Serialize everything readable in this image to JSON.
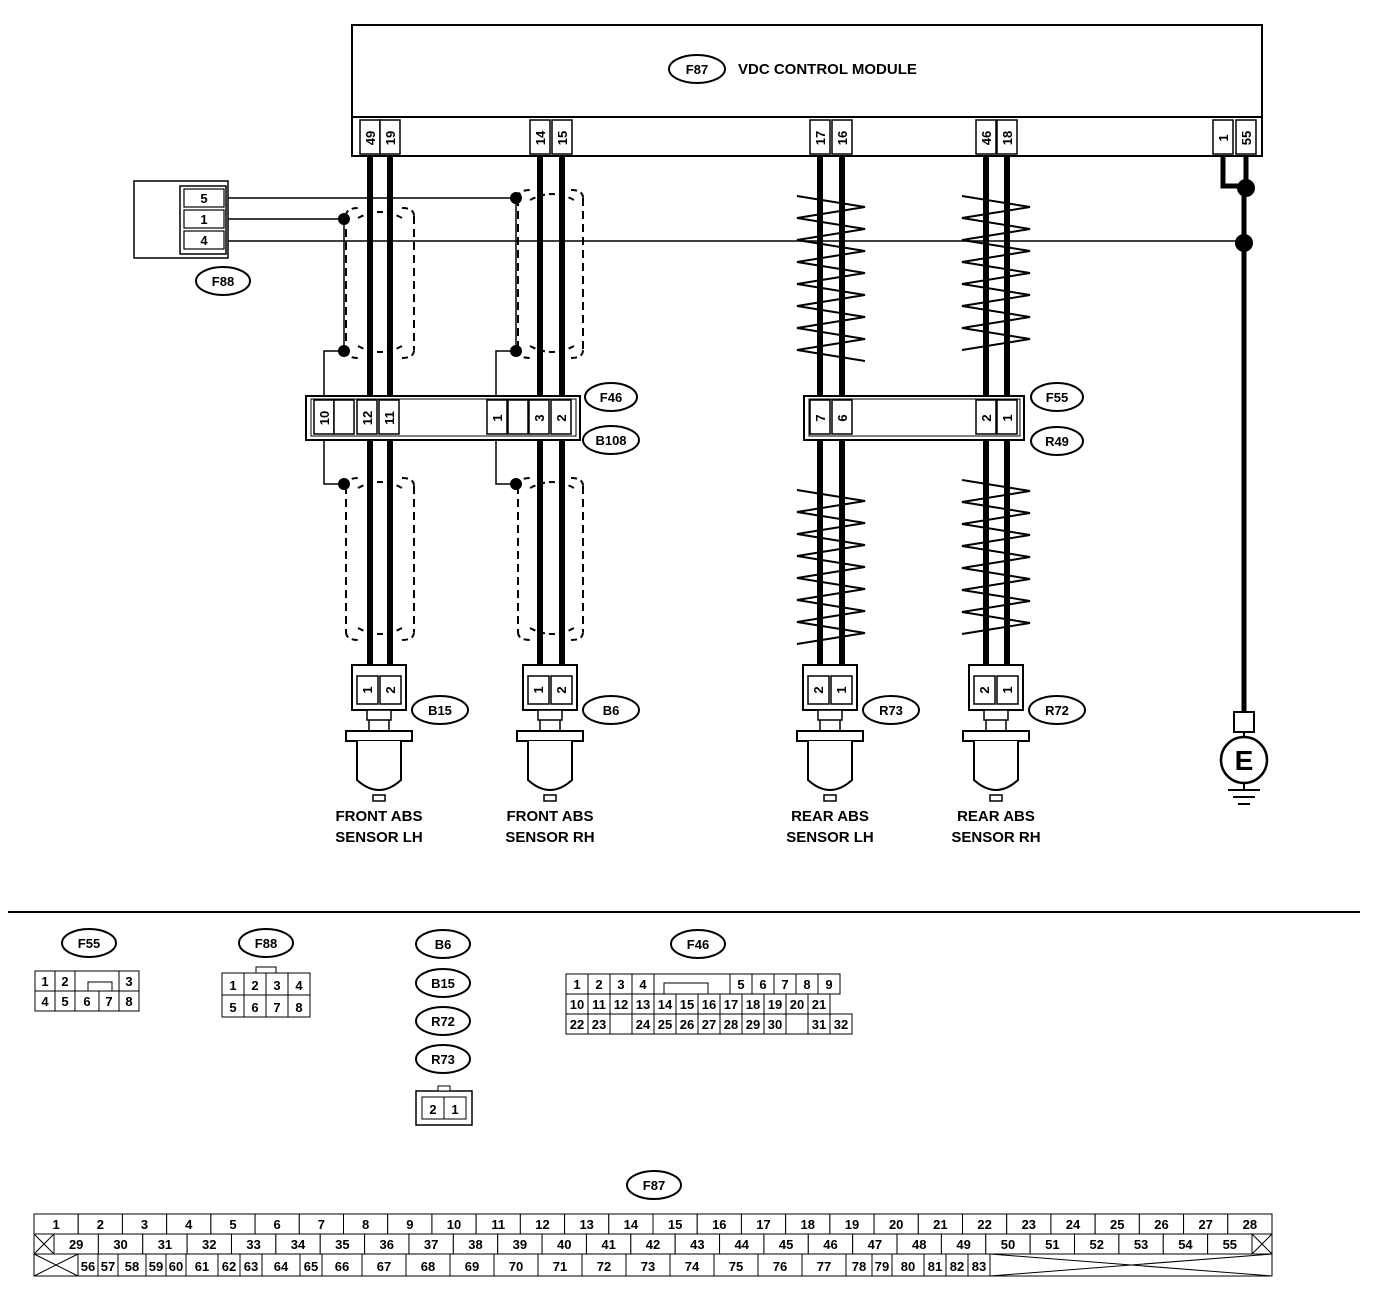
{
  "module": {
    "code": "F87",
    "title": "VDC CONTROL MODULE",
    "pins": [
      "49",
      "19",
      "14",
      "15",
      "17",
      "16",
      "46",
      "18",
      "1",
      "55"
    ]
  },
  "connector_f88": {
    "code": "F88",
    "pins": [
      "5",
      "1",
      "4"
    ]
  },
  "junction_front": {
    "code_top": "F46",
    "code_bottom": "B108",
    "pins": [
      "10",
      "12",
      "11",
      "1",
      "3",
      "2"
    ]
  },
  "junction_rear": {
    "code_top": "F55",
    "code_bottom": "R49",
    "pins": [
      "7",
      "6",
      "2",
      "1"
    ]
  },
  "sensors": [
    {
      "code": "B15",
      "pins": [
        "1",
        "2"
      ],
      "label_line1": "FRONT ABS",
      "label_line2": "SENSOR LH"
    },
    {
      "code": "B6",
      "pins": [
        "1",
        "2"
      ],
      "label_line1": "FRONT ABS",
      "label_line2": "SENSOR RH"
    },
    {
      "code": "R73",
      "pins": [
        "2",
        "1"
      ],
      "label_line1": "REAR ABS",
      "label_line2": "SENSOR LH"
    },
    {
      "code": "R72",
      "pins": [
        "2",
        "1"
      ],
      "label_line1": "REAR ABS",
      "label_line2": "SENSOR RH"
    }
  ],
  "ground": {
    "label": "E"
  },
  "legend": {
    "f55": {
      "code": "F55",
      "row1": [
        "1",
        "2",
        "",
        "3"
      ],
      "row2": [
        "4",
        "5",
        "6",
        "7",
        "8"
      ]
    },
    "f88": {
      "code": "F88",
      "row1": [
        "1",
        "2",
        "3",
        "4"
      ],
      "row2": [
        "5",
        "6",
        "7",
        "8"
      ]
    },
    "sensor_codes": [
      "B6",
      "B15",
      "R72",
      "R73"
    ],
    "sensor_pins": [
      "2",
      "1"
    ],
    "f46": {
      "code": "F46",
      "row1": [
        "1",
        "2",
        "3",
        "4",
        "",
        "5",
        "6",
        "7",
        "8",
        "9"
      ],
      "row2": [
        "10",
        "11",
        "12",
        "13",
        "14",
        "15",
        "16",
        "17",
        "18",
        "19",
        "20",
        "21"
      ],
      "row3": [
        "22",
        "23",
        "",
        "24",
        "25",
        "26",
        "27",
        "28",
        "29",
        "30",
        "",
        "31",
        "32"
      ]
    },
    "f87": {
      "code": "F87",
      "row1": [
        "1",
        "2",
        "3",
        "4",
        "5",
        "6",
        "7",
        "8",
        "9",
        "10",
        "11",
        "12",
        "13",
        "14",
        "15",
        "16",
        "17",
        "18",
        "19",
        "20",
        "21",
        "22",
        "23",
        "24",
        "25",
        "26",
        "27",
        "28"
      ],
      "row2": [
        "29",
        "30",
        "31",
        "32",
        "33",
        "34",
        "35",
        "36",
        "37",
        "38",
        "39",
        "40",
        "41",
        "42",
        "43",
        "44",
        "45",
        "46",
        "47",
        "48",
        "49",
        "50",
        "51",
        "52",
        "53",
        "54",
        "55"
      ],
      "row3": [
        "56",
        "57",
        "58",
        "59",
        "60",
        "61",
        "62",
        "63",
        "64",
        "65",
        "66",
        "67",
        "68",
        "69",
        "70",
        "71",
        "72",
        "73",
        "74",
        "75",
        "76",
        "77",
        "78",
        "79",
        "80",
        "81",
        "82",
        "83"
      ]
    }
  }
}
